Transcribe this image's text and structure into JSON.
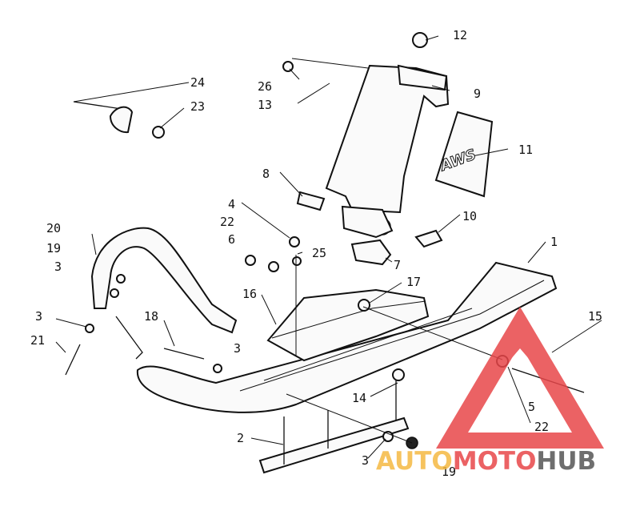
{
  "callouts": [
    {
      "id": "c12",
      "text": "12"
    },
    {
      "id": "c9",
      "text": "9"
    },
    {
      "id": "c26",
      "text": "26"
    },
    {
      "id": "c13",
      "text": "13"
    },
    {
      "id": "c24",
      "text": "24"
    },
    {
      "id": "c23",
      "text": "23"
    },
    {
      "id": "c11",
      "text": "11"
    },
    {
      "id": "c8",
      "text": "8"
    },
    {
      "id": "c4",
      "text": "4"
    },
    {
      "id": "c22a",
      "text": "22"
    },
    {
      "id": "c10",
      "text": "10"
    },
    {
      "id": "c6",
      "text": "6"
    },
    {
      "id": "c25",
      "text": "25"
    },
    {
      "id": "c7",
      "text": "7"
    },
    {
      "id": "c1",
      "text": "1"
    },
    {
      "id": "c20",
      "text": "20"
    },
    {
      "id": "c19a",
      "text": "19"
    },
    {
      "id": "c3a",
      "text": "3"
    },
    {
      "id": "c16",
      "text": "16"
    },
    {
      "id": "c17",
      "text": "17"
    },
    {
      "id": "c3b",
      "text": "3"
    },
    {
      "id": "c21",
      "text": "21"
    },
    {
      "id": "c18",
      "text": "18"
    },
    {
      "id": "c3c",
      "text": "3"
    },
    {
      "id": "c15",
      "text": "15"
    },
    {
      "id": "c14",
      "text": "14"
    },
    {
      "id": "c5",
      "text": "5"
    },
    {
      "id": "c22b",
      "text": "22"
    },
    {
      "id": "c2",
      "text": "2"
    },
    {
      "id": "c3d",
      "text": "3"
    },
    {
      "id": "c19b",
      "text": "19"
    }
  ],
  "decal_text": "AWS",
  "watermark": {
    "part1": "AUTO",
    "part2": "MOTO",
    "part3": "HUB",
    "color_red": "#e8474a",
    "color_yellow": "#f5b942",
    "color_gray": "#555555"
  }
}
